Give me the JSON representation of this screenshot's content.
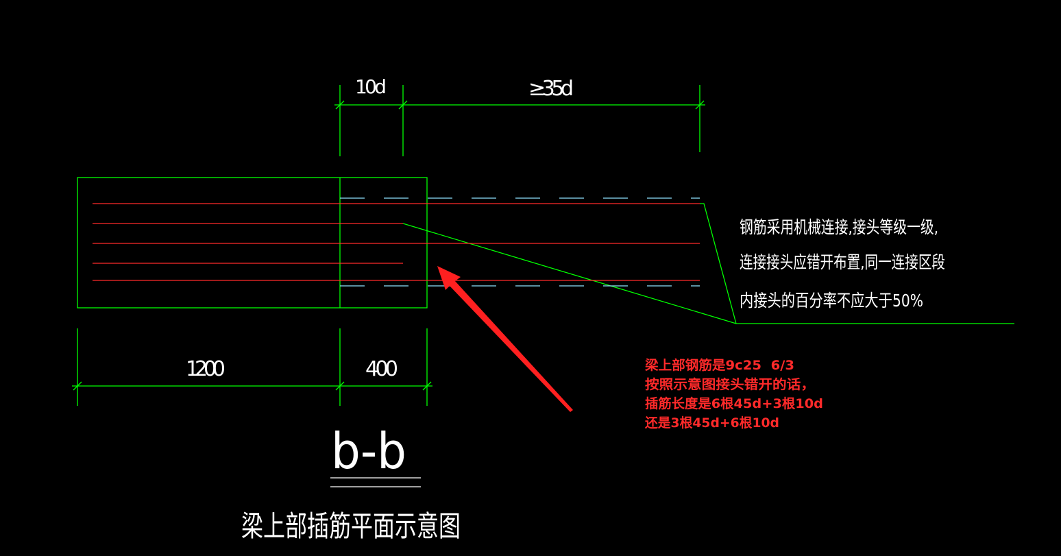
{
  "dimensions": {
    "top_left": "10d",
    "top_right": "≥35d",
    "bottom_left": "1200",
    "bottom_right": "400"
  },
  "note_lines": [
    "钢筋采用机械连接,接头等级一级,",
    "连接接头应错开布置,同一连接区段",
    "内接头的百分率不应大于50%"
  ],
  "section_label": "b-b",
  "caption": "梁上部插筋平面示意图",
  "annotation_lines": [
    "梁上部钢筋是9c25  6/3",
    "按照示意图接头错开的话，",
    "插筋长度是6根45d+3根10d",
    "还是3根45d+6根10d"
  ],
  "colors": {
    "background": "#000000",
    "outline": "#00ff00",
    "rebar": "#ff2a2a",
    "dash": "#8fe3ff",
    "text": "#ffffff",
    "annotation": "#ff2a2a"
  }
}
